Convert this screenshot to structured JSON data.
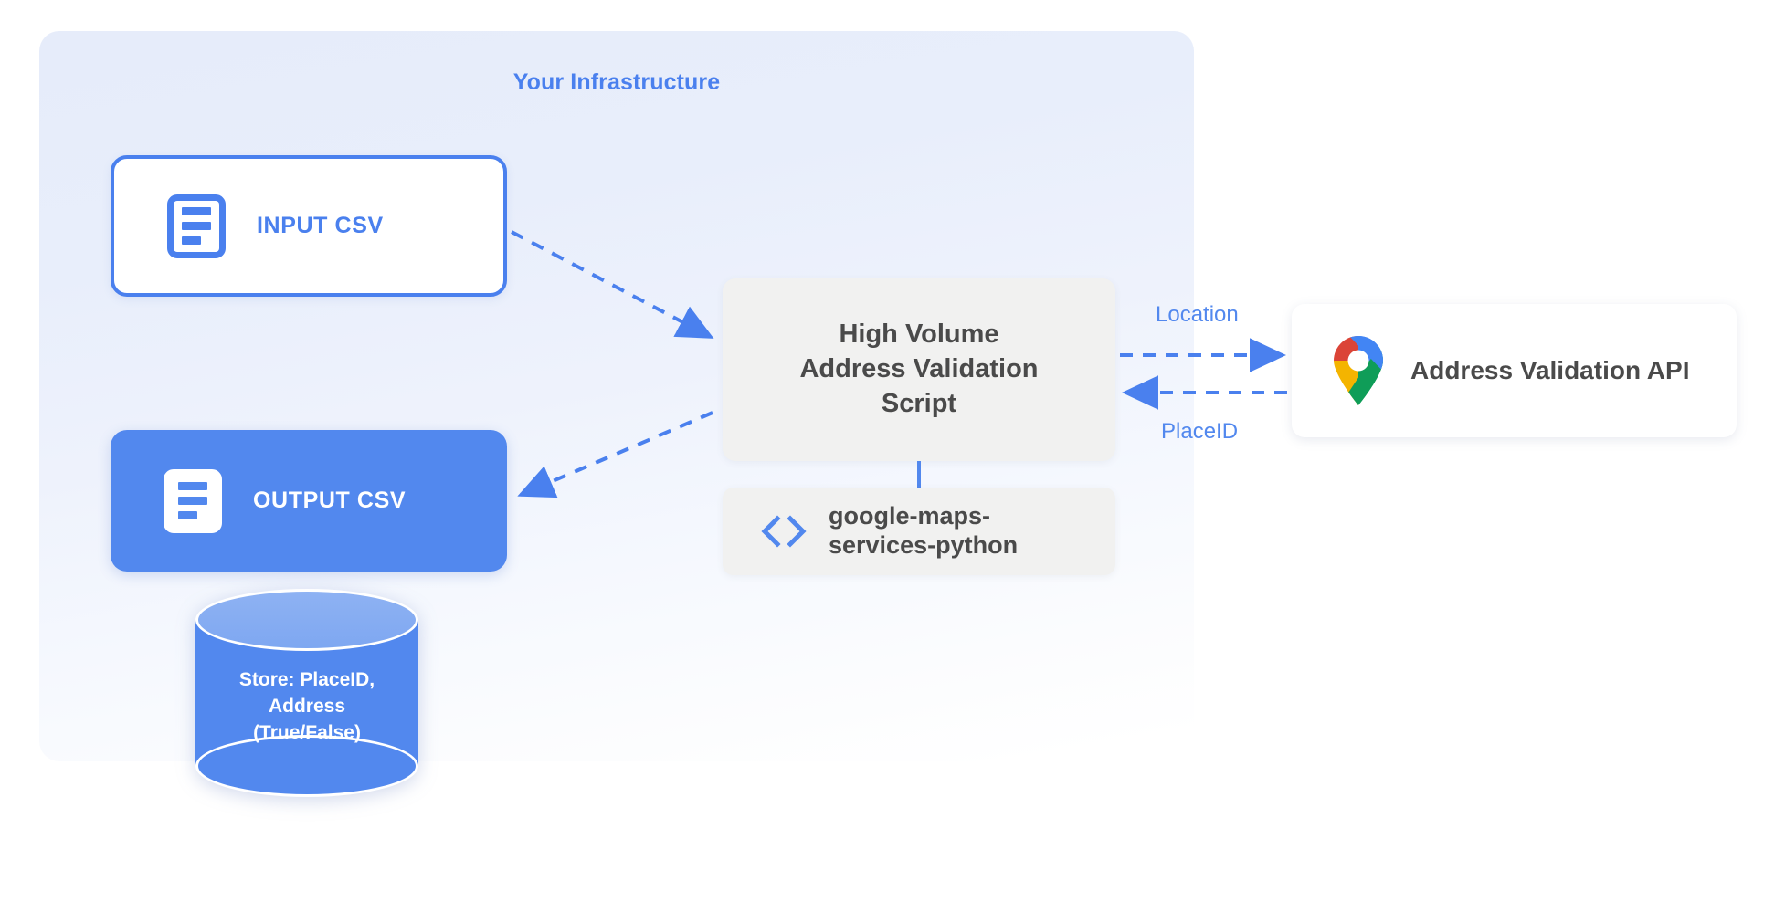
{
  "diagram": {
    "panel_title": "Your Infrastructure",
    "accent_color": "#4a80ee",
    "node_blue": "#5288ee",
    "panel_bg": "#e6ecfa",
    "card_gray": "#f1f1f0",
    "text_gray": "#4a4a4a"
  },
  "nodes": {
    "input_csv": {
      "label": "INPUT CSV",
      "icon": "document-icon"
    },
    "output_csv": {
      "label": "OUTPUT CSV",
      "icon": "document-icon"
    },
    "script": {
      "line1": "High Volume",
      "line2": "Address Validation",
      "line3": "Script"
    },
    "library": {
      "line1": "google-maps-",
      "line2": "services-python",
      "icon": "code-brackets-icon"
    },
    "api": {
      "label": "Address Validation API",
      "icon": "google-maps-pin-icon"
    },
    "database": {
      "line1": "Store: PlaceID,",
      "line2": "Address",
      "line3": "(True/False)",
      "icon": "database-cylinder-icon"
    }
  },
  "edges": {
    "location_label": "Location",
    "placeid_label": "PlaceID"
  }
}
